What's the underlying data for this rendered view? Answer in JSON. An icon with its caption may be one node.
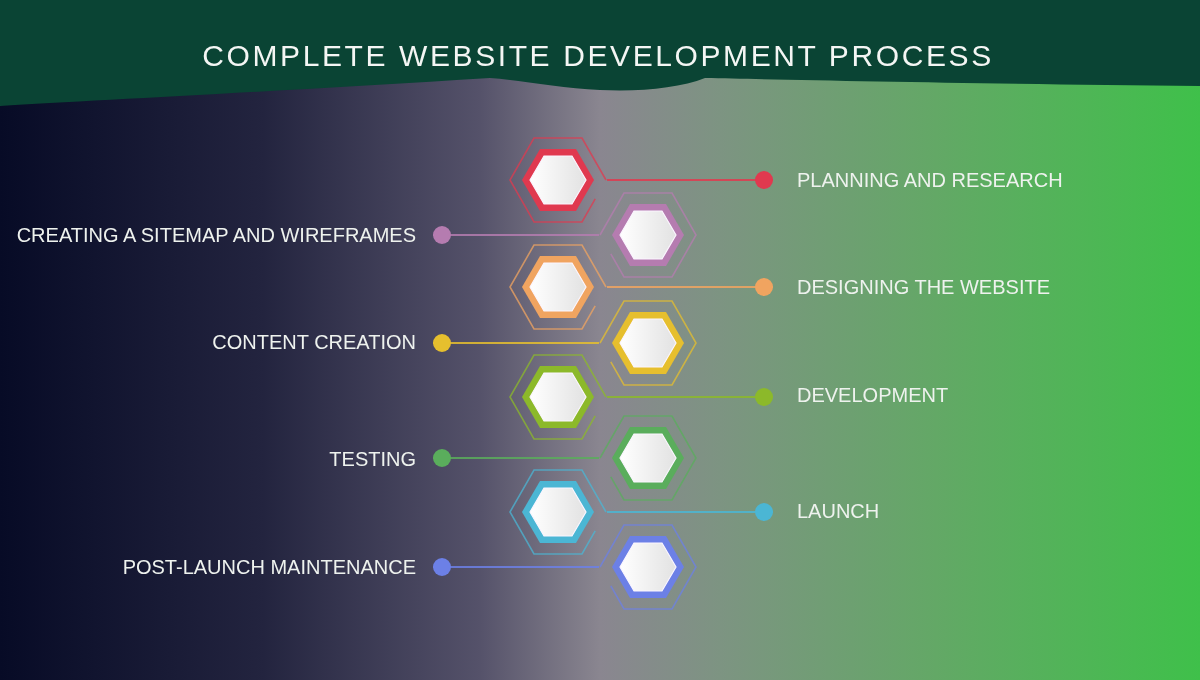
{
  "diagram": {
    "title": "COMPLETE WEBSITE DEVELOPMENT PROCESS",
    "nodes": [
      {
        "text": [],
        "shape": "hexagon"
      },
      {
        "text": [
          "PLANNING AND RESEARCH"
        ]
      },
      {
        "text": [
          "CREATING A SITEMAP AND WIREFRAMES"
        ]
      },
      {
        "text": [],
        "shape": "hexagon"
      },
      {
        "text": [],
        "shape": "hexagon"
      },
      {
        "text": [
          "DESIGNING THE WEBSITE"
        ]
      },
      {
        "text": [
          "CONTENT CREATION"
        ]
      },
      {
        "text": [],
        "shape": "hexagon"
      },
      {
        "text": [],
        "shape": "hexagon"
      },
      {
        "text": [
          "DEVELOPMENT"
        ]
      },
      {
        "text": [
          "TESTING"
        ]
      },
      {
        "text": [],
        "shape": "hexagon"
      },
      {
        "text": [],
        "shape": "hexagon"
      },
      {
        "text": [
          "LAUNCH"
        ]
      },
      {
        "text": [
          "POST-LAUNCH MAINTENANCE"
        ]
      },
      {
        "text": [],
        "shape": "hexagon"
      }
    ],
    "edges": [
      {
        "from": 0,
        "to": 1,
        "arrow": "other",
        "color": "#e0394f"
      },
      {
        "from": 3,
        "to": 2,
        "arrow": "other",
        "color": "#b57cb0"
      },
      {
        "from": 4,
        "to": 5,
        "arrow": "other",
        "color": "#f0a460"
      },
      {
        "from": 7,
        "to": 6,
        "arrow": "other",
        "color": "#e6bf2e"
      },
      {
        "from": 8,
        "to": 9,
        "arrow": "other",
        "color": "#8cb92a"
      },
      {
        "from": 11,
        "to": 10,
        "arrow": "other",
        "color": "#5aad5c"
      },
      {
        "from": 12,
        "to": 13,
        "arrow": "other",
        "color": "#4bb6d4"
      },
      {
        "from": 15,
        "to": 14,
        "arrow": "other",
        "color": "#6c80e6"
      }
    ]
  }
}
